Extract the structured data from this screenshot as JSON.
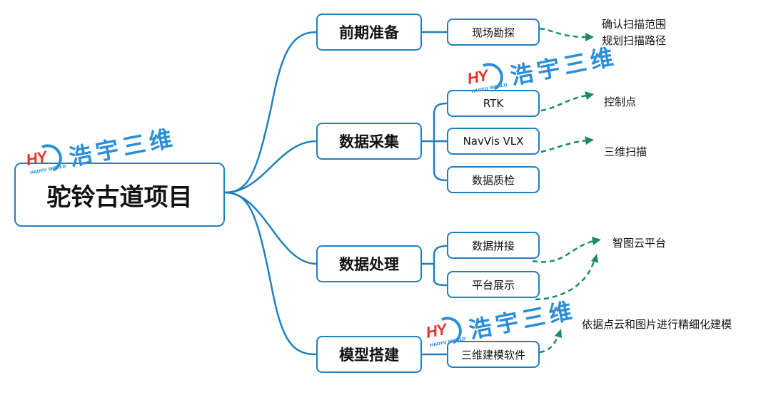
{
  "root": {
    "label": "驼铃古道项目"
  },
  "branches": [
    {
      "label": "前期准备",
      "children": [
        "现场勘探"
      ]
    },
    {
      "label": "数据采集",
      "children": [
        "RTK",
        "NavVis VLX",
        "数据质检"
      ]
    },
    {
      "label": "数据处理",
      "children": [
        "数据拼接",
        "平台展示"
      ]
    },
    {
      "label": "模型搭建",
      "children": [
        "三维建模软件"
      ]
    }
  ],
  "notes": {
    "scan_range": "确认扫描范围",
    "scan_path": "规划扫描路径",
    "control_point": "控制点",
    "scan_3d": "三维扫描",
    "platform": "智图云平台",
    "modeling": "依据点云和图片进行精细化建模"
  },
  "watermark": {
    "logo": "HY",
    "logo_sub": "HAOYU WORLD",
    "text": "浩宇三维"
  },
  "colors": {
    "line": "#1f80c0",
    "arrow": "#1a8a6a",
    "watermark": "#2a8fd8",
    "logo_red": "#e0342b"
  }
}
